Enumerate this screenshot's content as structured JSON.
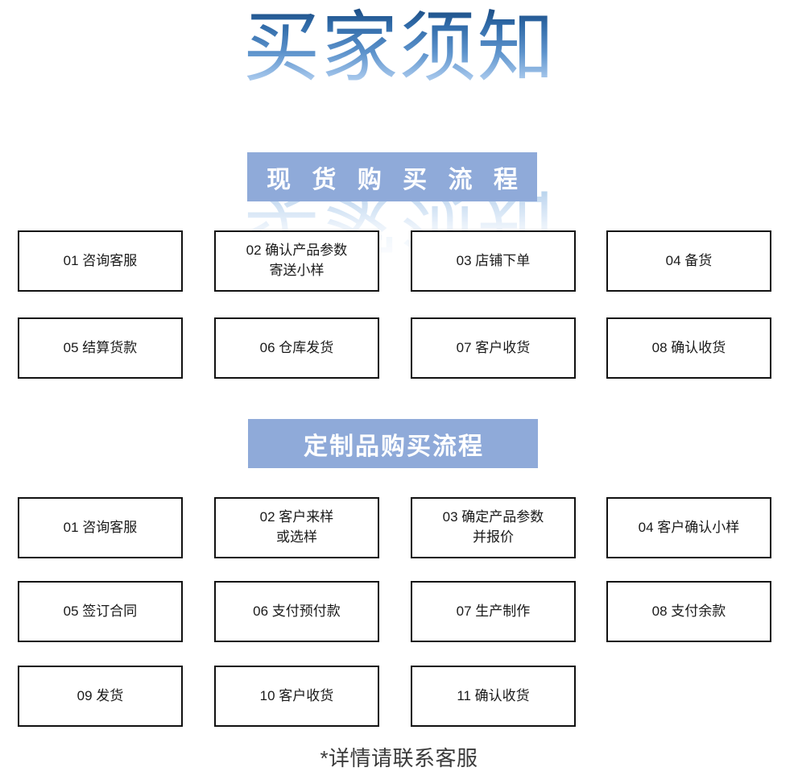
{
  "page": {
    "title": "买家须知",
    "footer_note": "*详情请联系客服",
    "colors": {
      "header_bar_bg": "#8faad9",
      "header_bar_text": "#ffffff",
      "box_border": "#111111",
      "box_text": "#1a1a1a",
      "title_gradient_top": "#1b4a80",
      "title_gradient_bottom": "#c9def3",
      "footer_text": "#3b3b3b"
    }
  },
  "sections": [
    {
      "header": "现 货 购 买 流 程",
      "header_plain": "现货购买流程",
      "rows": [
        [
          {
            "line1": "01 咨询客服",
            "line2": ""
          },
          {
            "line1": "02 确认产品参数",
            "line2": "寄送小样"
          },
          {
            "line1": "03 店铺下单",
            "line2": ""
          },
          {
            "line1": "04 备货",
            "line2": ""
          }
        ],
        [
          {
            "line1": "05 结算货款",
            "line2": ""
          },
          {
            "line1": "06 仓库发货",
            "line2": ""
          },
          {
            "line1": "07 客户收货",
            "line2": ""
          },
          {
            "line1": "08 确认收货",
            "line2": ""
          }
        ]
      ]
    },
    {
      "header": "定制品购买流程",
      "header_plain": "定制品购买流程",
      "rows": [
        [
          {
            "line1": "01 咨询客服",
            "line2": ""
          },
          {
            "line1": "02 客户来样",
            "line2": "或选样"
          },
          {
            "line1": "03 确定产品参数",
            "line2": "并报价"
          },
          {
            "line1": "04 客户确认小样",
            "line2": ""
          }
        ],
        [
          {
            "line1": "05 签订合同",
            "line2": ""
          },
          {
            "line1": "06 支付预付款",
            "line2": ""
          },
          {
            "line1": "07 生产制作",
            "line2": ""
          },
          {
            "line1": "08 支付余款",
            "line2": ""
          }
        ],
        [
          {
            "line1": "09 发货",
            "line2": ""
          },
          {
            "line1": "10 客户收货",
            "line2": ""
          },
          {
            "line1": "11 确认收货",
            "line2": ""
          }
        ]
      ]
    }
  ]
}
